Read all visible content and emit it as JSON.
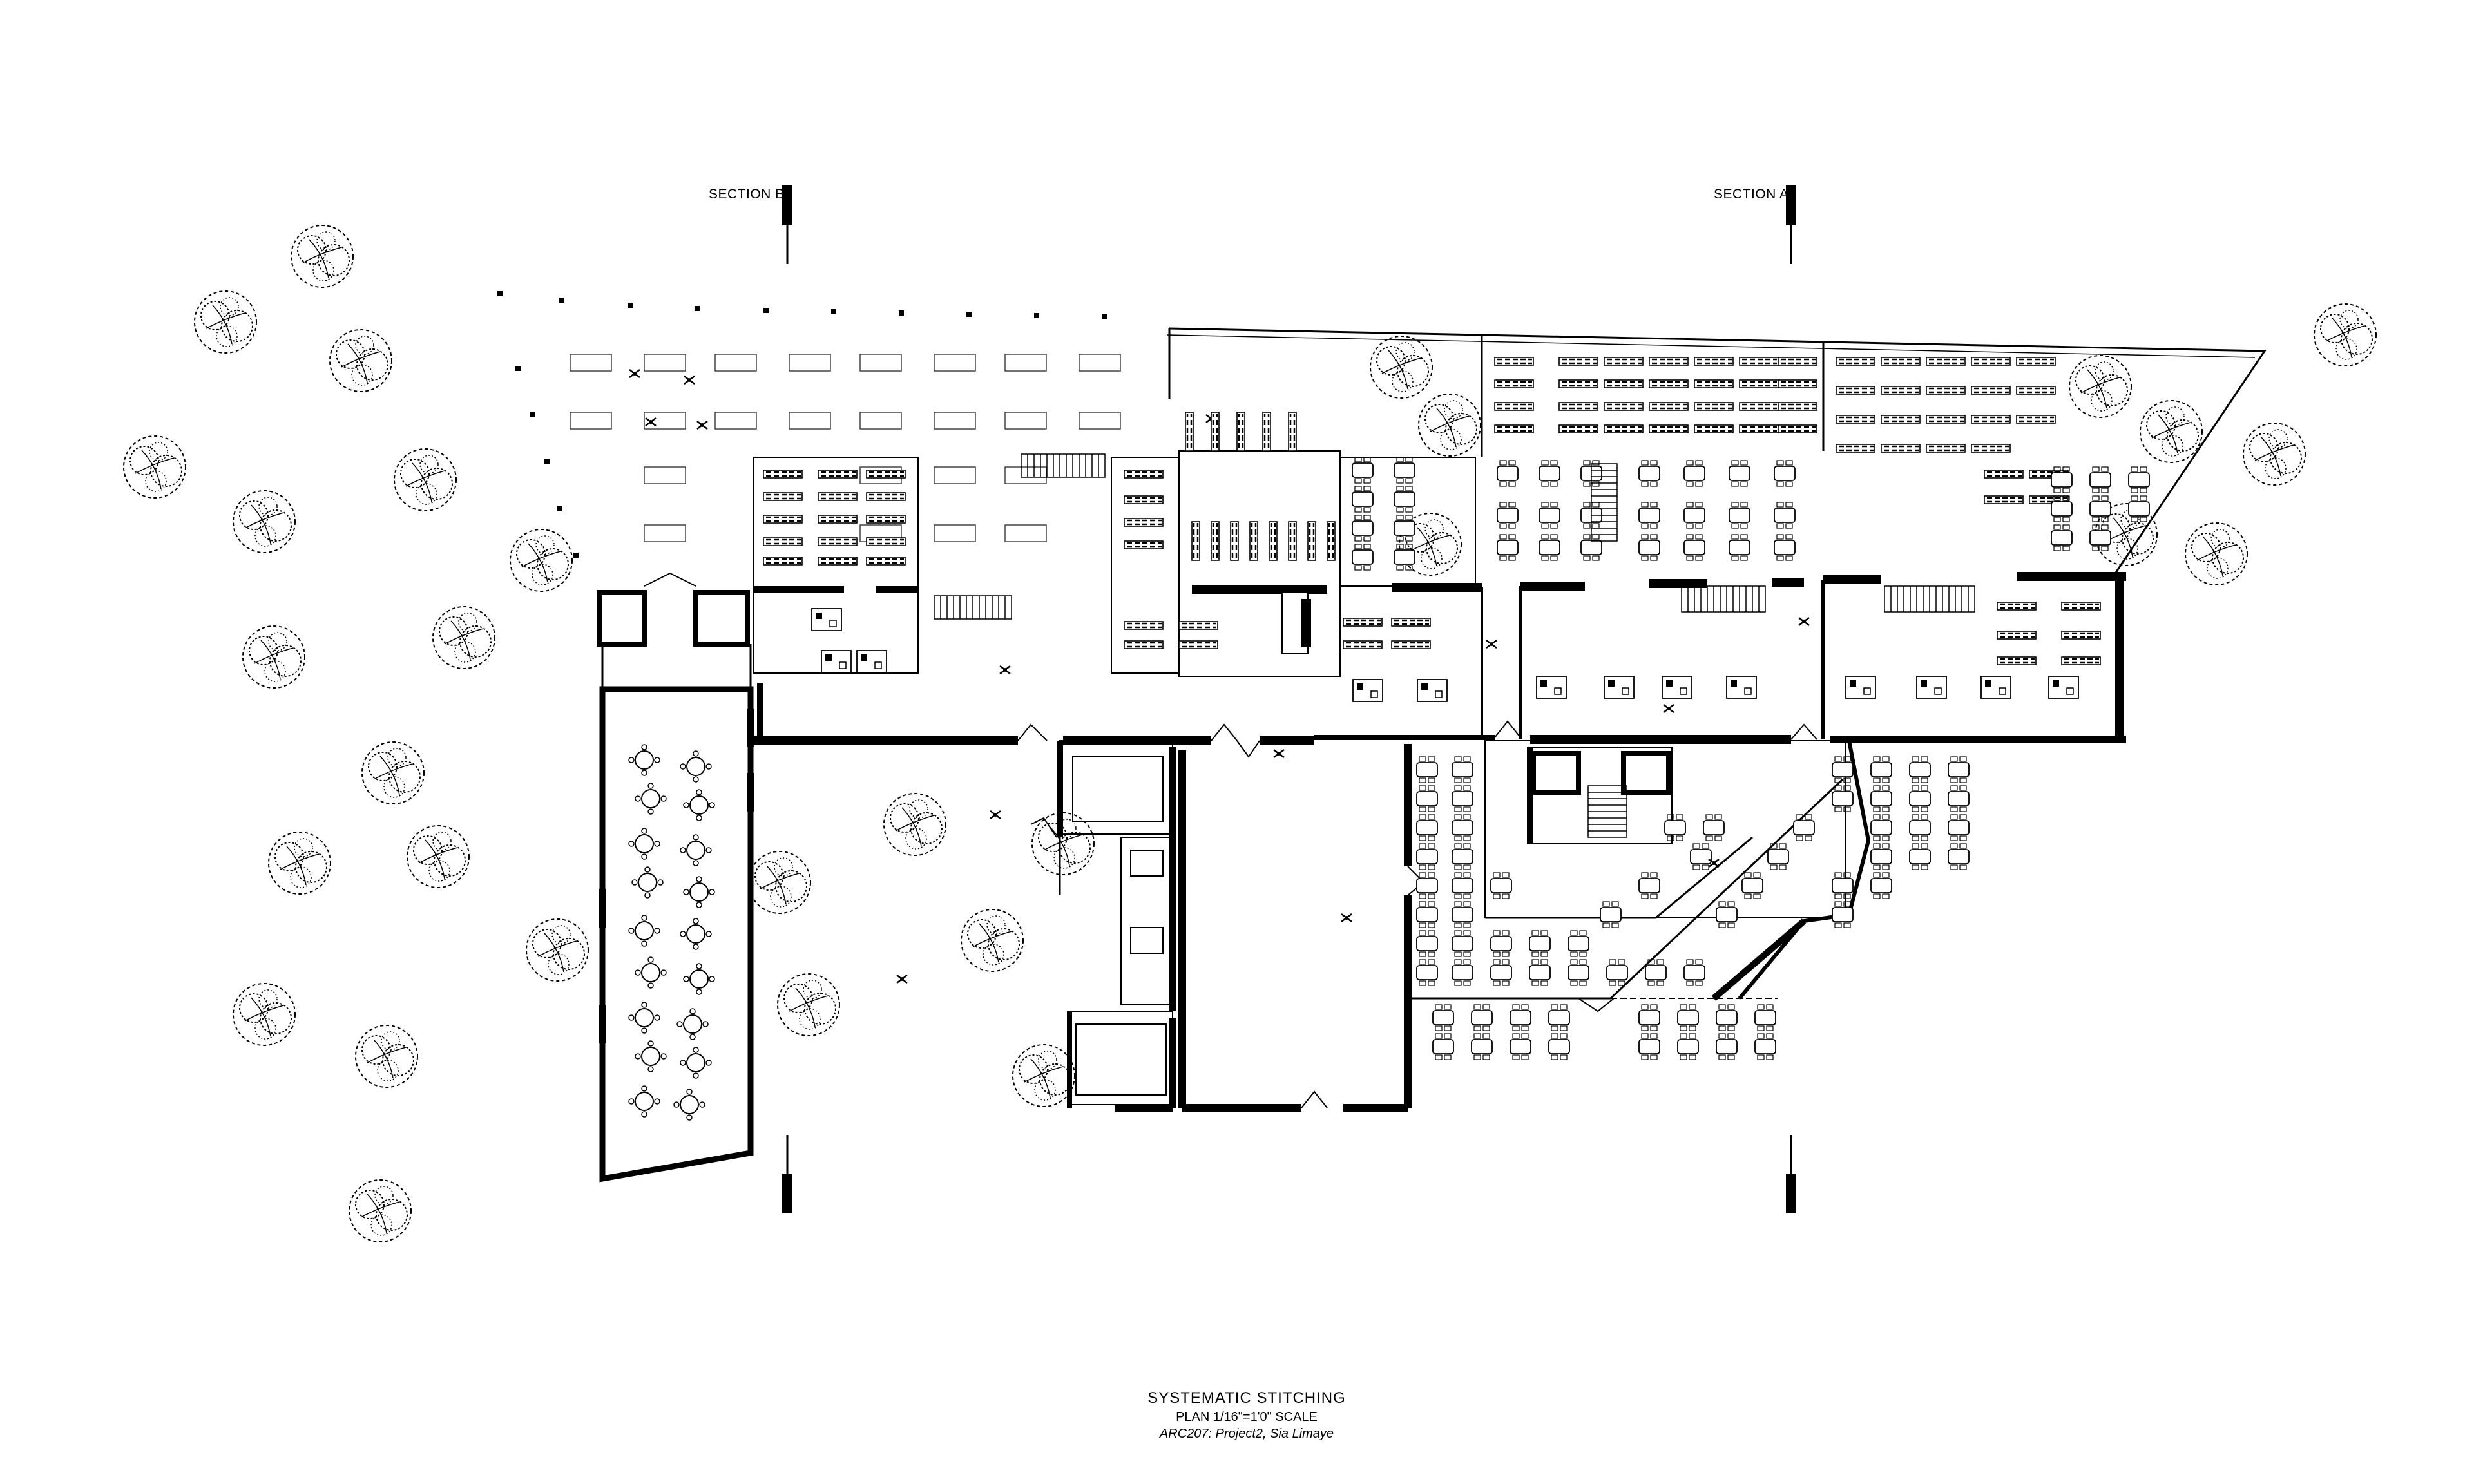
{
  "section_markers": {
    "section_b": "SECTION B",
    "section_a": "SECTION A"
  },
  "title_block": {
    "title": "SYSTEMATIC STITCHING",
    "scale": "PLAN 1/16\"=1'0\" SCALE",
    "credit": "ARC207: Project2, Sia Limaye"
  },
  "colors": {
    "ink": "#000000",
    "paper": "#ffffff",
    "furniture": "#555555"
  },
  "icons": {
    "tree": "tree-canopy-icon",
    "person": "person-icon"
  }
}
